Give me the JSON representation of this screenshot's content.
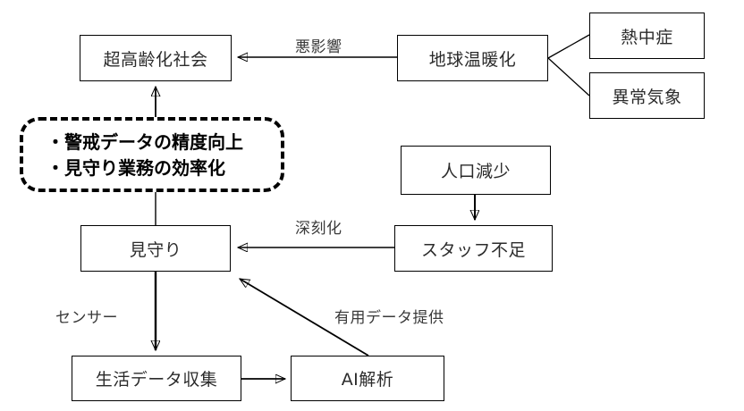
{
  "diagram": {
    "title": "",
    "background_color": "#ffffff",
    "stroke_color": "#000000",
    "text_color": "#2b2b2b",
    "nodes": [
      {
        "id": "super-aged-society",
        "label": "超高齢化社会",
        "shape": "rect"
      },
      {
        "id": "global-warming",
        "label": "地球温暖化",
        "shape": "rect"
      },
      {
        "id": "heat-stroke",
        "label": "熱中症",
        "shape": "rect"
      },
      {
        "id": "abnormal-weather",
        "label": "異常気象",
        "shape": "rect"
      },
      {
        "id": "population-decline",
        "label": "人口減少",
        "shape": "rect"
      },
      {
        "id": "staff-shortage",
        "label": "スタッフ不足",
        "shape": "rect"
      },
      {
        "id": "watching-over",
        "label": "見守り",
        "shape": "rect"
      },
      {
        "id": "life-data-collection",
        "label": "生活データ収集",
        "shape": "rect"
      },
      {
        "id": "ai-analysis",
        "label": "AI解析",
        "shape": "rect"
      }
    ],
    "outcome_box": {
      "id": "outcomes",
      "shape": "rounded-dashed",
      "lines": [
        "・警戒データの精度向上",
        "・見守り業務の効率化"
      ]
    },
    "edge_labels": [
      {
        "id": "bad-influence",
        "text": "悪影響"
      },
      {
        "id": "worsening",
        "text": "深刻化"
      },
      {
        "id": "sensor",
        "text": "センサー"
      },
      {
        "id": "useful-data-provision",
        "text": "有用データ提供"
      }
    ]
  }
}
